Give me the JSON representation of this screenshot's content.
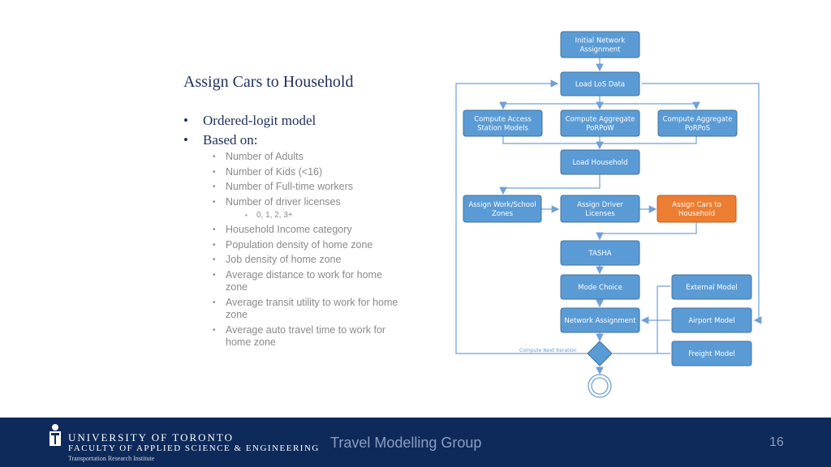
{
  "title": "Assign Cars to Household",
  "bullets_level1": [
    "Ordered-logit model",
    "Based on:"
  ],
  "based_on": {
    "items_a": [
      "Number of Adults",
      "Number of Kids (<16)",
      "Number of Full-time workers",
      "Number of driver licenses"
    ],
    "sub": "0, 1, 2, 3+",
    "items_b": [
      "Household Income category",
      "Population density of home zone",
      "Job density of home zone",
      "Average distance to work for home zone",
      "Average transit utility to work for home zone",
      "Average auto travel time to work for home zone"
    ]
  },
  "flowchart": {
    "nodes": [
      {
        "id": "init",
        "lines": [
          "Initial Network",
          "Assignment"
        ],
        "highlight": false
      },
      {
        "id": "los",
        "lines": [
          "Load LoS Data"
        ],
        "highlight": false
      },
      {
        "id": "access",
        "lines": [
          "Compute Access",
          "Station Models"
        ],
        "highlight": false
      },
      {
        "id": "porpow",
        "lines": [
          "Compute Aggregate",
          "PoRPoW"
        ],
        "highlight": false
      },
      {
        "id": "porpos",
        "lines": [
          "Compute Aggregate",
          "PoRPoS"
        ],
        "highlight": false
      },
      {
        "id": "hh",
        "lines": [
          "Load Household"
        ],
        "highlight": false
      },
      {
        "id": "workschool",
        "lines": [
          "Assign Work/School",
          "Zones"
        ],
        "highlight": false
      },
      {
        "id": "licenses",
        "lines": [
          "Assign Driver",
          "Licenses"
        ],
        "highlight": false
      },
      {
        "id": "cars",
        "lines": [
          "Assign Cars to",
          "Household"
        ],
        "highlight": true
      },
      {
        "id": "tasha",
        "lines": [
          "TASHA"
        ],
        "highlight": false
      },
      {
        "id": "mode",
        "lines": [
          "Mode Choice"
        ],
        "highlight": false
      },
      {
        "id": "netassign",
        "lines": [
          "Network Assignment"
        ],
        "highlight": false
      },
      {
        "id": "external",
        "lines": [
          "External Model"
        ],
        "highlight": false
      },
      {
        "id": "airport",
        "lines": [
          "Airport Model"
        ],
        "highlight": false
      },
      {
        "id": "freight",
        "lines": [
          "Freight Model"
        ],
        "highlight": false
      }
    ],
    "next_iteration_label": "Compute Next Iteration"
  },
  "footer": {
    "university": "UNIVERSITY OF TORONTO",
    "faculty": "FACULTY OF APPLIED SCIENCE & ENGINEERING",
    "institute": "Transportation Research Institute",
    "group": "Travel Modelling Group",
    "page": "16"
  },
  "colors": {
    "node": "#5b9bd5",
    "highlight": "#ed7d31",
    "footer": "#0e2a5a"
  }
}
